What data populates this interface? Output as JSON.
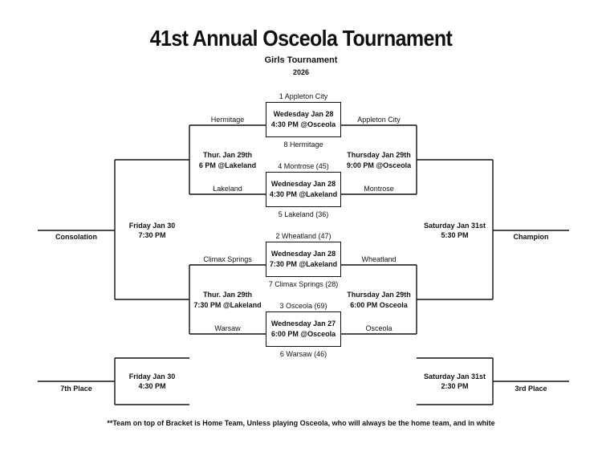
{
  "header": {
    "title": "41st Annual Osceola Tournament",
    "subtitle": "Girls Tournament",
    "year": "2026"
  },
  "games": {
    "g1": {
      "top_seed": "1 Appleton City",
      "bottom_seed": "8 Hermitage",
      "line1": "Wedesday Jan 28",
      "line2": "4:30 PM @Osceola"
    },
    "g2": {
      "top_seed": "4 Montrose (45)",
      "bottom_seed": "5 Lakeland (36)",
      "line1": "Wednesday Jan 28",
      "line2": "4:30 PM @Lakeland"
    },
    "g3": {
      "top_seed": "2 Wheatland (47)",
      "bottom_seed": "7 Climax Springs (28)",
      "line1": "Wednesday Jan 28",
      "line2": "7:30 PM @Lakeland"
    },
    "g4": {
      "top_seed": "3 Osceola (69)",
      "bottom_seed": "6 Warsaw (46)",
      "line1": "Wednesday Jan 27",
      "line2": "6:00 PM @Osceola"
    }
  },
  "left_branch": {
    "g1_team": "Hermitage",
    "g2_team": "Lakeland",
    "g3_team": "Climax Springs",
    "g4_team": "Warsaw",
    "semi_top": {
      "line1": "Thur. Jan 29th",
      "line2": "6 PM @Lakeland"
    },
    "semi_bottom": {
      "line1": "Thur. Jan 29th",
      "line2": "7:30 PM @Lakeland"
    },
    "final": {
      "line1": "Friday Jan 30",
      "line2": "7:30 PM"
    },
    "result": "Consolation"
  },
  "right_branch": {
    "g1_team": "Appleton City",
    "g2_team": "Montrose",
    "g3_team": "Wheatland",
    "g4_team": "Osceola",
    "semi_top": {
      "line1": "Thursday Jan 29th",
      "line2": "9:00 PM @Osceola"
    },
    "semi_bottom": {
      "line1": "Thursday Jan 29th",
      "line2": "6:00 PM Osceola"
    },
    "final": {
      "line1": "Saturday Jan 31st",
      "line2": "5:30 PM"
    },
    "result": "Champion"
  },
  "placement": {
    "seventh": {
      "line1": "Friday Jan 30",
      "line2": "4:30 PM",
      "label": "7th Place"
    },
    "third": {
      "line1": "Saturday Jan 31st",
      "line2": "2:30 PM",
      "label": "3rd Place"
    }
  },
  "footer": {
    "note": "**Team on top of Bracket is Home Team, Unless playing Osceola, who will always be the home team, and in white"
  }
}
